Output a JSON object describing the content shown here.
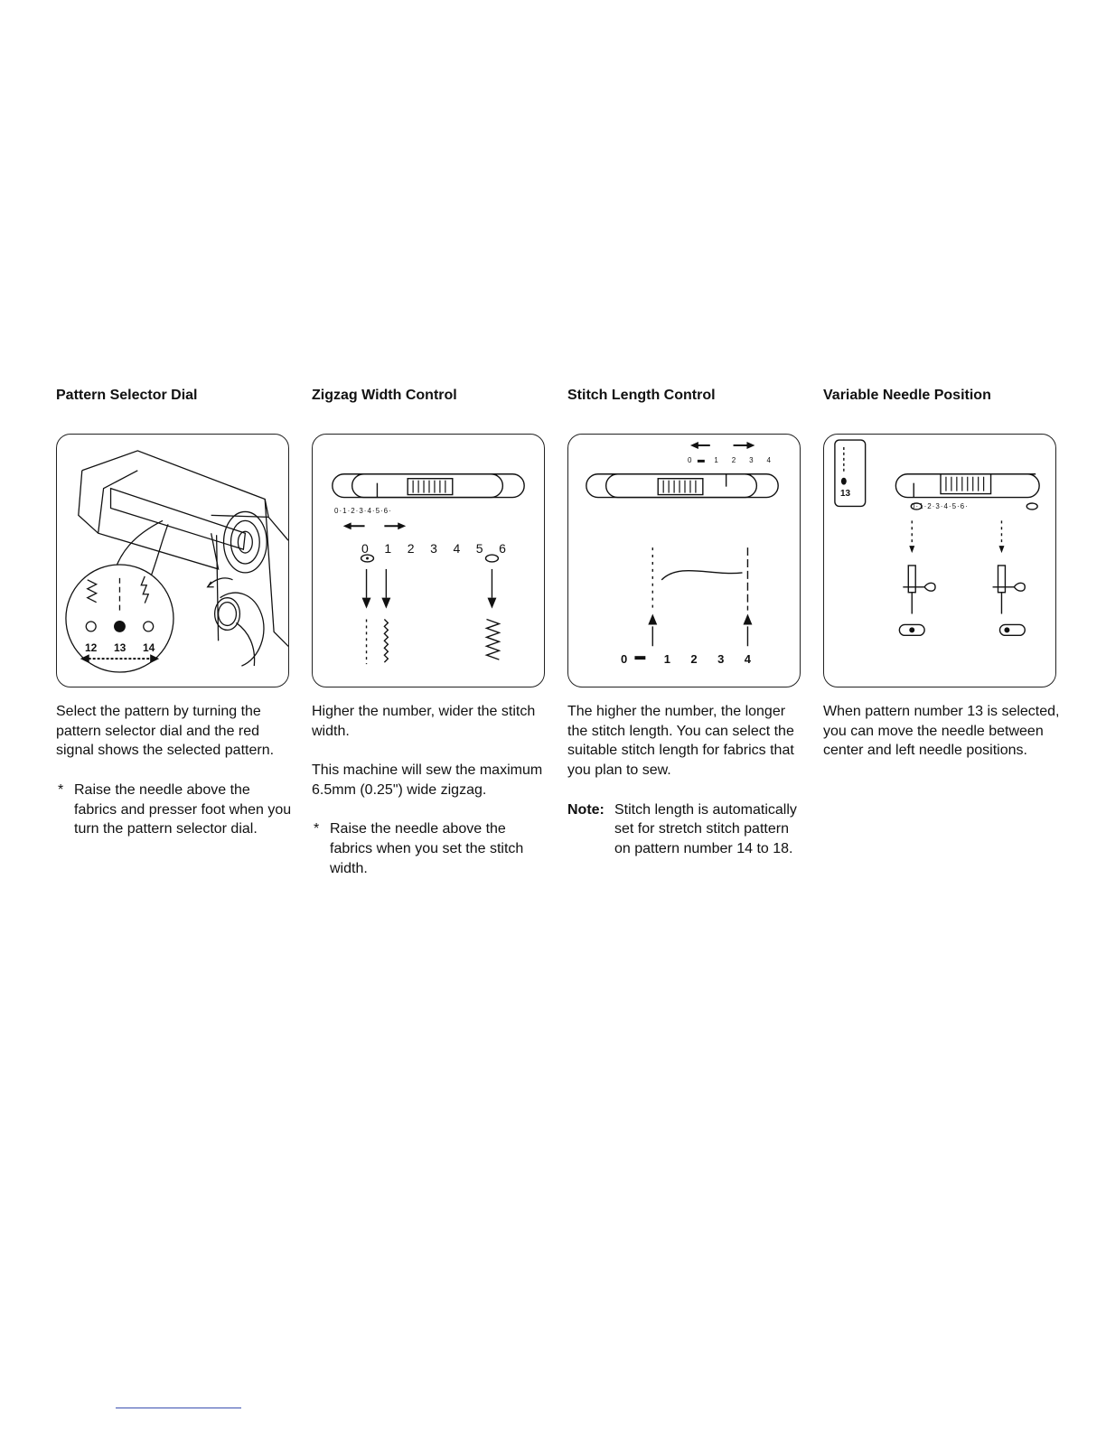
{
  "sections": [
    {
      "title": "Pattern Selector Dial",
      "diagram": {
        "pattern_numbers": [
          "12",
          "13",
          "14"
        ]
      },
      "paragraphs": [
        "Select the pattern by turning the pattern selector dial and the red signal shows the selected pattern."
      ],
      "bullet": {
        "mark": "*",
        "text": "Raise the needle above the fabrics and presser foot when you turn the pattern selector dial."
      }
    },
    {
      "title": "Zigzag Width Control",
      "diagram": {
        "scale_small": "0·1·2·3·4·5·6·",
        "scale_large": [
          "0",
          "1",
          "2",
          "3",
          "4",
          "5",
          "6"
        ]
      },
      "paragraphs": [
        "Higher the number, wider the stitch width.",
        "This machine will sew the maximum 6.5mm (0.25\") wide zigzag."
      ],
      "bullet": {
        "mark": "*",
        "text": "Raise the needle above the fabrics when you set the stitch width."
      }
    },
    {
      "title": "Stitch Length Control",
      "diagram": {
        "scale_small": [
          "0",
          "1",
          "2",
          "3",
          "4"
        ],
        "scale_large": [
          "0",
          "1",
          "2",
          "3",
          "4"
        ]
      },
      "paragraphs": [
        "The higher the number, the longer the stitch length. You can select the suitable stitch length for fabrics that you plan to sew."
      ],
      "note": {
        "label": "Note:",
        "text": "Stitch length is automatically set for stretch stitch pattern on pattern number 14 to 18."
      }
    },
    {
      "title": "Variable Needle Position",
      "diagram": {
        "pattern_number": "13",
        "scale_small": "0·1·2·3·4·5·6·"
      },
      "paragraphs": [
        "When pattern number 13 is selected, you can move the needle between center and left needle positions."
      ]
    }
  ]
}
